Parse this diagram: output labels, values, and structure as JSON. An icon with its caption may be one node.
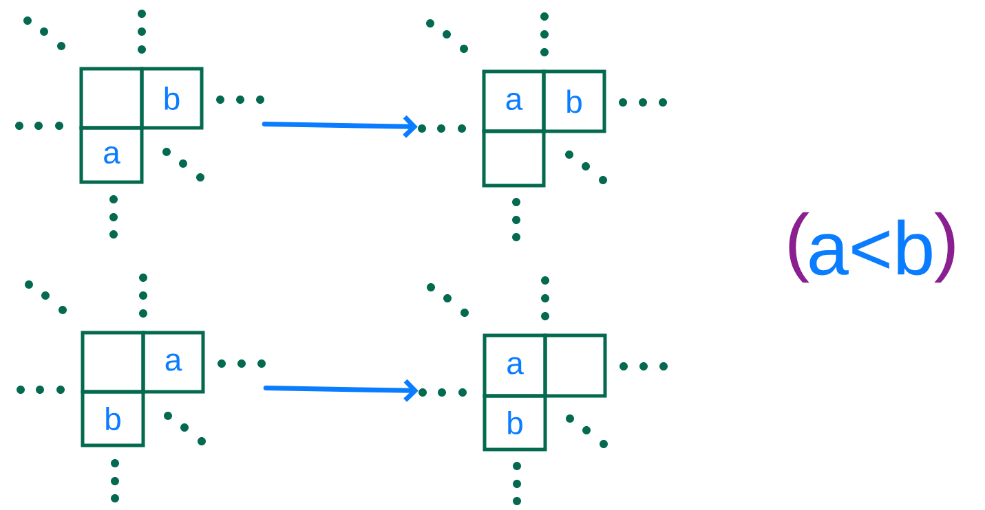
{
  "diagram": {
    "nodes": [
      {
        "text": [],
        "shape": "picture"
      },
      {
        "text": [],
        "shape": "box",
        "in": 0
      },
      {
        "text": [
          "b"
        ],
        "in": 0
      },
      {
        "text": [
          "a"
        ],
        "in": 0
      },
      {
        "text": [],
        "shape": "picture"
      },
      {
        "text": [
          "a"
        ],
        "in": 4
      },
      {
        "text": [
          "b"
        ],
        "in": 4
      },
      {
        "text": [],
        "shape": "box",
        "in": 4
      },
      {
        "text": [],
        "shape": "picture"
      },
      {
        "text": [],
        "shape": "box",
        "in": 8
      },
      {
        "text": [
          "a"
        ],
        "in": 8
      },
      {
        "text": [
          "b"
        ],
        "in": 8
      },
      {
        "text": [],
        "shape": "picture"
      },
      {
        "text": [
          "a"
        ],
        "in": 12
      },
      {
        "text": [],
        "shape": "box",
        "in": 12
      },
      {
        "text": [
          "b"
        ],
        "in": 12
      }
    ],
    "edges": [
      {
        "from": 0,
        "to": 4,
        "arrow": "to"
      },
      {
        "from": 8,
        "to": 12,
        "arrow": "to"
      }
    ],
    "labels": [
      "(",
      "a<b",
      ")"
    ]
  }
}
